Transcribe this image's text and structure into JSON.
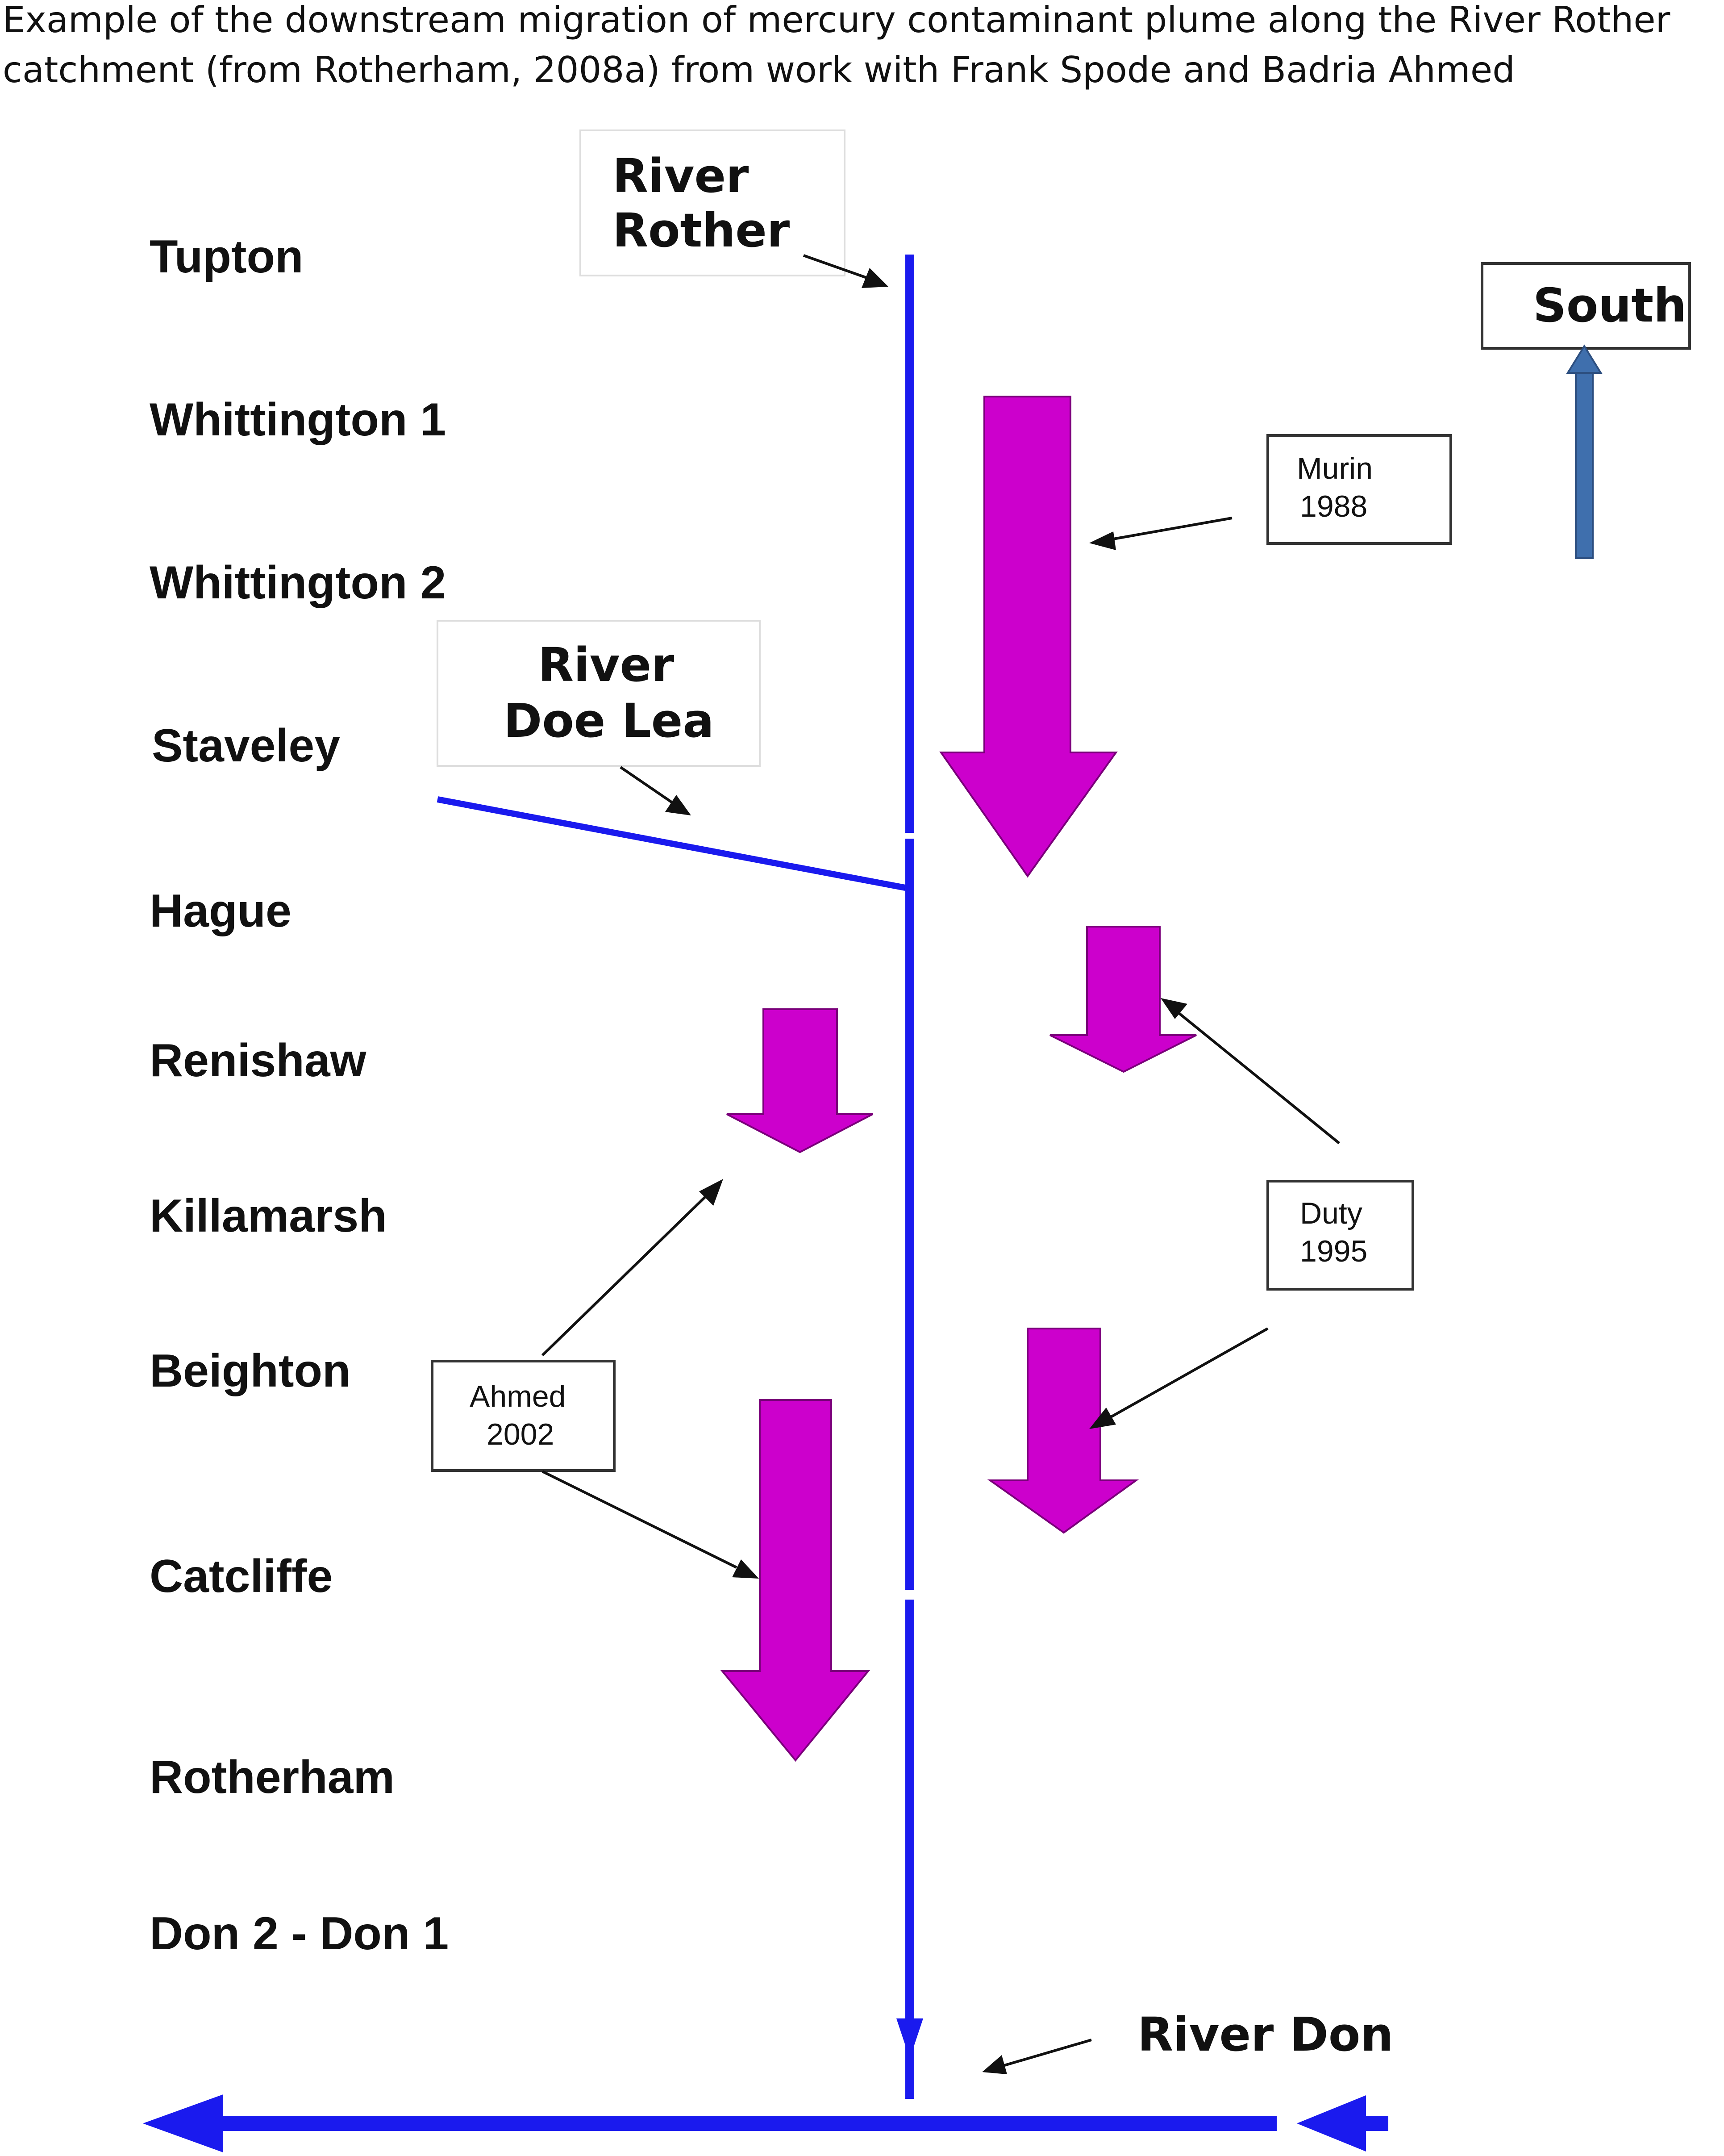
{
  "caption": {
    "line1": "Example of the downstream migration of mercury contaminant plume along the River Rother",
    "line2": "catchment (from Rotherham, 2008a) from work with Frank Spode and Badria Ahmed"
  },
  "places": [
    "Tupton",
    "Whittington 1",
    "Whittington 2",
    "Staveley",
    "Hague",
    "Renishaw",
    "Killamarsh",
    "Beighton",
    "Catcliffe",
    "Rotherham",
    "Don 2 - Don 1"
  ],
  "labels": {
    "river_rother": [
      "River",
      "Rother"
    ],
    "river_doe_lea": [
      "River",
      "Doe Lea"
    ],
    "river_don": "River Don",
    "south": "South",
    "murin": [
      "Murin",
      "1988"
    ],
    "duty": [
      "Duty",
      "1995"
    ],
    "ahmed": [
      "Ahmed",
      "2002"
    ]
  },
  "colors": {
    "river": "#1a1aee",
    "plume": "#cc00cc",
    "plume_edge": "#7a007a",
    "north_arrow": "#3f6fad",
    "box_border": "#333333",
    "faint_border": "#dddddd",
    "text": "#111111"
  }
}
